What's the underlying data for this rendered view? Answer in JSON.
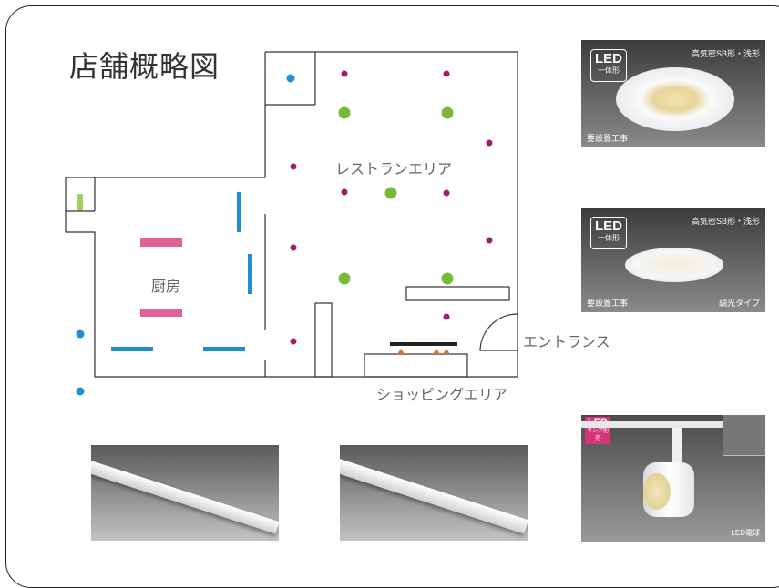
{
  "title": "店舗概略図",
  "areas": {
    "restaurant": "レストランエリア",
    "kitchen": "厨房",
    "entrance": "エントランス",
    "shopping": "ショッピングエリア"
  },
  "products": {
    "downlight1": {
      "badge_main": "LED",
      "badge_sub": "一体形",
      "spec": "高気密SB形・浅形",
      "note": "要設置工事"
    },
    "downlight2": {
      "badge_main": "LED",
      "badge_sub": "一体形",
      "spec": "高気密SB形・浅形",
      "note": "要設置工事",
      "note2": "調光タイプ"
    },
    "spotlight": {
      "badge_main": "LED",
      "badge_sub": "ランプ別売",
      "note": "LED電球"
    }
  },
  "colors": {
    "magenta_dot": "#a01a6e",
    "green_dot": "#78b83a",
    "blue_fixture": "#1f8fd0",
    "pink_fixture": "#e0609a",
    "lime_fixture": "#a8d060"
  }
}
